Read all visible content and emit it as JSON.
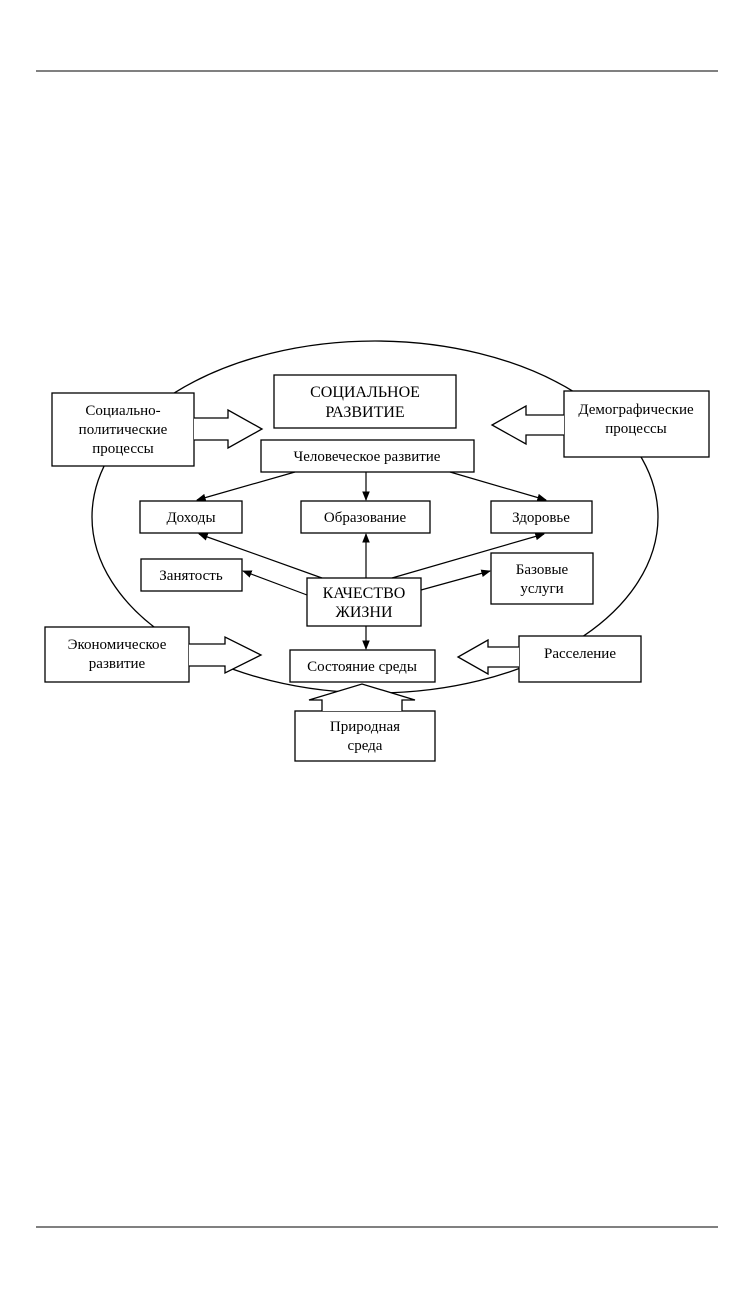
{
  "diagram": {
    "social_development": [
      "СОЦИАЛЬНОЕ",
      "РАЗВИТИЕ"
    ],
    "human_development": "Человеческое развитие",
    "income": "Доходы",
    "education": "Образование",
    "health": "Здоровье",
    "employment": "Занятость",
    "quality_of_life": [
      "КАЧЕСТВО",
      "ЖИЗНИ"
    ],
    "basic_services": [
      "Базовые",
      "услуги"
    ],
    "environment_state": "Состояние среды",
    "sociopolitical": [
      "Социально-",
      "политические",
      "процессы"
    ],
    "demographic": [
      "Демографические",
      "процессы"
    ],
    "economic": [
      "Экономическое",
      "развитие"
    ],
    "settlement": "Расселение",
    "natural_environment": [
      "Природная",
      "среда"
    ]
  },
  "colors": {
    "stroke": "#000000",
    "background": "#ffffff"
  }
}
